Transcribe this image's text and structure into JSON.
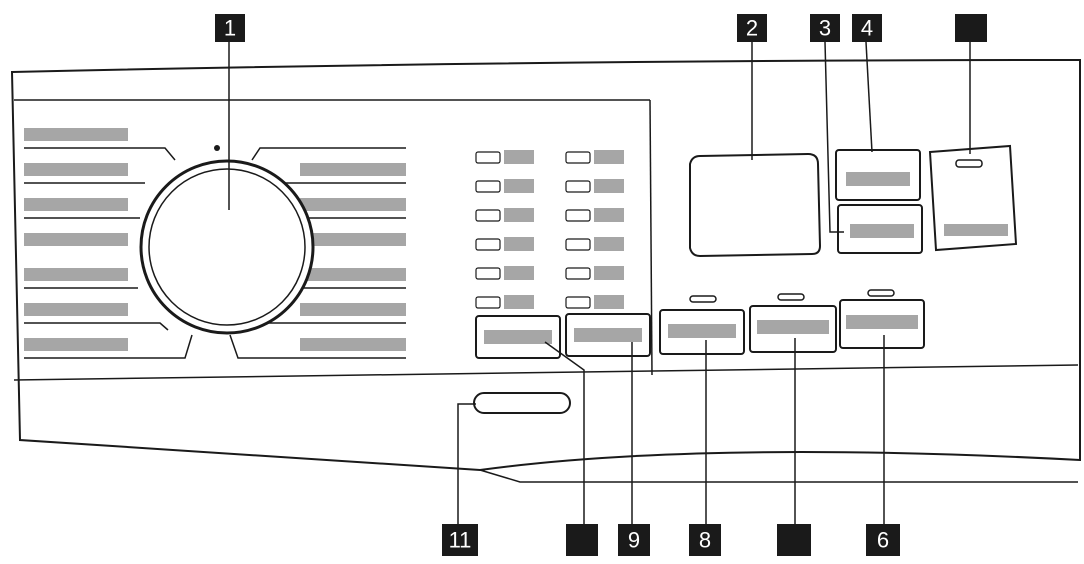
{
  "callouts": [
    {
      "id": "c1",
      "label": "1"
    },
    {
      "id": "c2",
      "label": "2"
    },
    {
      "id": "c3",
      "label": "3"
    },
    {
      "id": "c4",
      "label": "4"
    },
    {
      "id": "c5",
      "label": ""
    },
    {
      "id": "c11",
      "label": "11"
    },
    {
      "id": "c7",
      "label": ""
    },
    {
      "id": "c9",
      "label": "9"
    },
    {
      "id": "c8",
      "label": "8"
    },
    {
      "id": "c10",
      "label": ""
    },
    {
      "id": "c6",
      "label": "6"
    }
  ],
  "colors": {
    "callout_bg": "#1a1a1a",
    "label_bar": "#a6a6a6",
    "line": "#1a1a1a"
  }
}
